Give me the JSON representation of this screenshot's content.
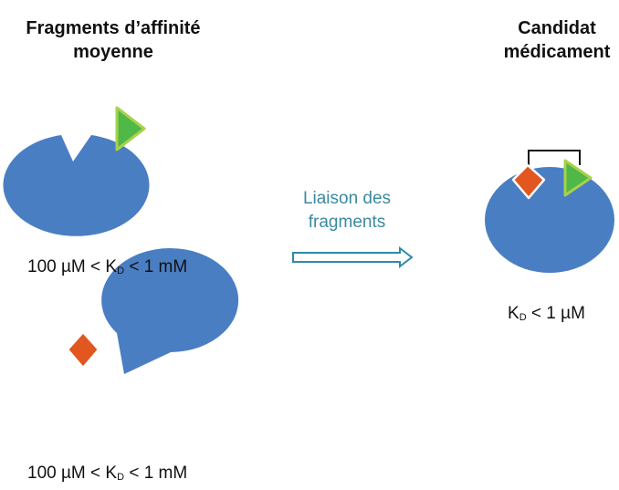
{
  "left_heading": {
    "line1": "Fragments d’affinité",
    "line2": "moyenne"
  },
  "right_heading": {
    "line1": "Candidat",
    "line2": "médicament"
  },
  "arrow_label": {
    "line1": "Liaison des",
    "line2": "fragments"
  },
  "fragment1_kd": {
    "prefix": "100 µM < K",
    "sub": "D",
    "suffix": " < 1 mM"
  },
  "fragment2_kd": {
    "prefix": "100 µM < K",
    "sub": "D",
    "suffix": " < 1 mM"
  },
  "candidate_kd": {
    "prefix": "K",
    "sub": "D",
    "suffix": " < 1 µM"
  },
  "colors": {
    "protein": "#4a7ec3",
    "triangle_fill": "#4fb848",
    "triangle_stroke": "#a7d24a",
    "square_fill": "#e2571f",
    "square_stroke": "#ffffff",
    "arrow": "#2f8aa5",
    "linker": "#111111"
  }
}
